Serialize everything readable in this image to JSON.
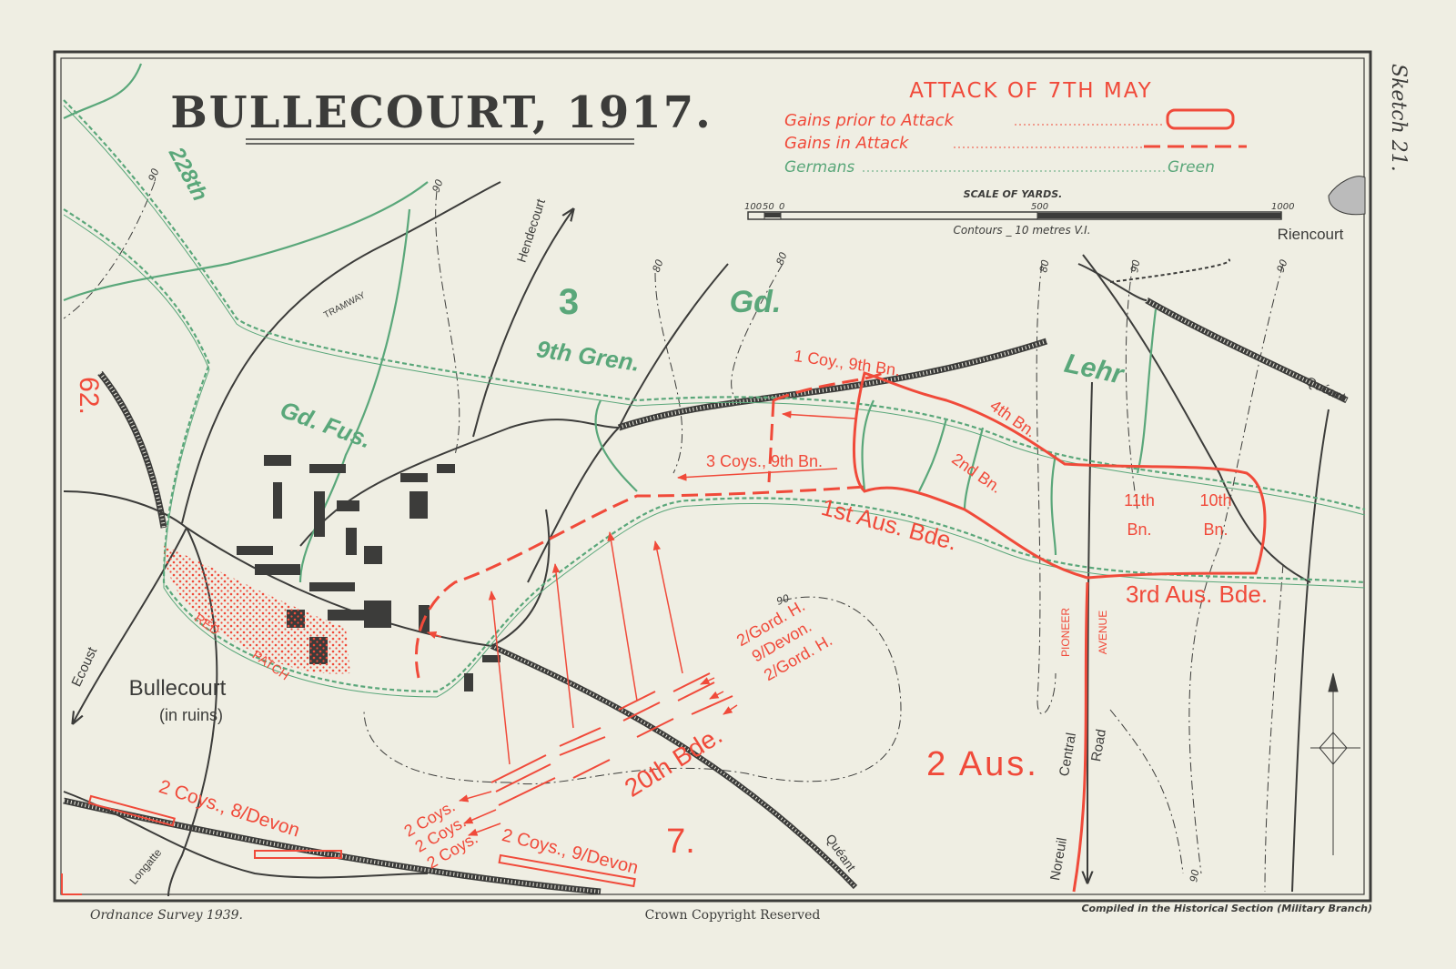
{
  "title": "BULLECOURT, 1917.",
  "sketch_label": "Sketch 21.",
  "legend": {
    "heading": "ATTACK OF 7TH MAY",
    "gains_prior": "Gains prior to Attack",
    "gains_in": "Gains in Attack",
    "germans": "Germans",
    "germans_color_word": "Green",
    "scale_title": "SCALE OF YARDS.",
    "scale_ticks": [
      "100",
      "50",
      "0",
      "500",
      "1000"
    ],
    "contours": "Contours _ 10 metres V.I."
  },
  "colors": {
    "british": "#f04a3a",
    "german": "#5aa77a",
    "base": "#3c3c3a",
    "paper": "#efeee3"
  },
  "places": {
    "riencourt": "Riencourt",
    "bullecourt": "Bullecourt",
    "in_ruins": "(in ruins)",
    "tramway": "TRAMWAY",
    "hendecourt": "Hendecourt",
    "queant_east": "Quéant",
    "queant_south": "Quéant",
    "ecoust": "Ecoust",
    "longatte": "Longatte",
    "pioneer": "PIONEER",
    "avenue": "AVENUE",
    "central": "Central",
    "road": "Road",
    "noreuil": "Noreuil",
    "red": "RED",
    "patch": "PATCH"
  },
  "german_units": {
    "u228": "228th",
    "three": "3",
    "gd": "Gd.",
    "gren": "9th Gren.",
    "gdfus": "Gd. Fus.",
    "lehr": "Lehr"
  },
  "british_units": {
    "div62": "62.",
    "coy9": "1 Coy., 9th Bn.",
    "bn4": "4th Bn.",
    "coys9": "3 Coys., 9th Bn.",
    "bn2": "2nd Bn.",
    "bde1": "1st Aus. Bde.",
    "bn11a": "11th",
    "bn11b": "Bn.",
    "bn10a": "10th",
    "bn10b": "Bn.",
    "bde3": "3rd Aus. Bde.",
    "gord1": "2/Gord. H.",
    "devon9": "9/Devon.",
    "gord2": "2/Gord. H.",
    "bde20": "20th Bde.",
    "aus2": "2 Aus.",
    "div7": "7.",
    "coys_a": "2 Coys.",
    "coys_b": "2 Coys.",
    "coys_c": "2 Coys.",
    "coys_8devon": "2 Coys., 8/Devon",
    "coys_9devon": "2 Coys., 9/Devon"
  },
  "contour_labels": [
    "90",
    "90",
    "80",
    "80",
    "80",
    "90",
    "90",
    "90",
    "90"
  ],
  "footer": {
    "left": "Ordnance Survey 1939.",
    "center": "Crown Copyright Reserved",
    "right": "Compiled in the Historical Section (Military Branch)"
  }
}
